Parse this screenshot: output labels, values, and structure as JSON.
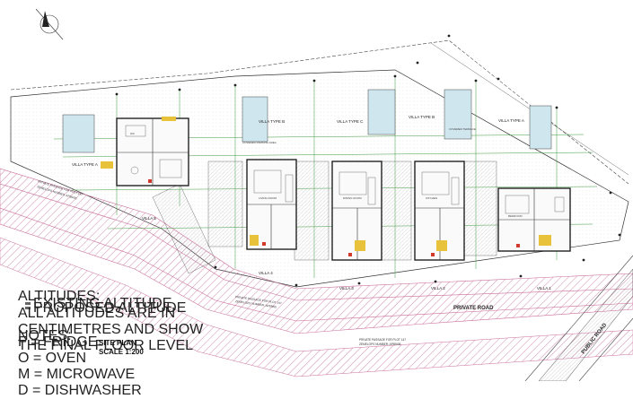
{
  "plan_title": "SITE PLAN",
  "plan_scale": "SCALE 1:200",
  "villas": {
    "v1_type": "VILLA TYPE A",
    "v2_type": "VILLA TYPE B",
    "v3_type": "VILLA TYPE C",
    "v4_type": "VILLA TYPE B",
    "v5_type": "VILLA TYPE A",
    "v1_label": "VILLA 1",
    "v2_label": "VILLA 2",
    "v3_label": "VILLA 3",
    "v4_label": "VILLA 4",
    "v5_label": "VILLA 5"
  },
  "roads": {
    "private_road": "PRIVATE ROAD",
    "public_road": "PUBLIC ROAD",
    "passage_upper_1": "PRIVATE PASSAGE FOR PLOT 147",
    "passage_upper_2": "ZEMELOPS NUMBER: APB9/05",
    "passage_mid_1": "PRIVATE PASSAGE FOR PLOT 147",
    "passage_mid_2": "ZEMELOPS NUMBER: APB9/05",
    "passage_low_1": "PRIVATE PASSAGE FOR PLOT 147",
    "passage_low_2": "ZEMELOPS NUMBER: APB9/05"
  },
  "rooms": {
    "living": "LIVING ROOM",
    "dining": "DINING ROOM",
    "kitchen": "KITCHEN",
    "bedroom": "BEDROOM",
    "covered": "COVERED PARKING AREA",
    "terrace": "COVERED TERRACE",
    "wc": "WC"
  },
  "legend": {
    "altitudes_title": "ALTITUDES:",
    "alt_row1": "EXISTING ALTITUDE",
    "alt_row2": "PROPOSED ALTITUDE",
    "alt_note_1": "ALL ALTITUDES ARE IN",
    "alt_note_2": "CENTIMETRES AND SHOW",
    "alt_note_3": "THE FINAL FLOOR LEVEL",
    "notes_title": "NOTES:",
    "note_f": "F = FRIDGE",
    "note_o": "O = OVEN",
    "note_m": "M = MICROWAVE",
    "note_d": "D = DISHWASHER"
  },
  "colors": {
    "line": "#333333",
    "grid_green": "#3f9a3f",
    "hatch_pink": "#c86e9a",
    "wall": "#222222",
    "glass": "#cfe6ef",
    "fixture_yellow": "#e8c23a",
    "fixture_red": "#d23b2b"
  }
}
